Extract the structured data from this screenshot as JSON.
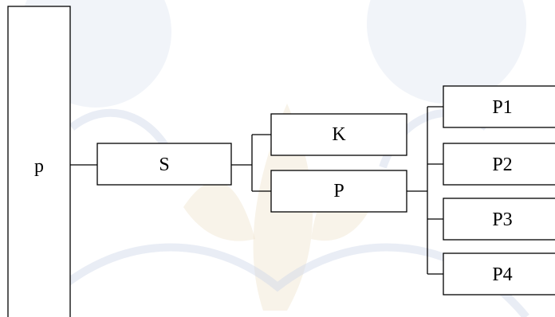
{
  "nodes": {
    "root": "p",
    "level1": "S",
    "level2_top": "K",
    "level2_bottom": "P",
    "leaves": [
      "P1",
      "P2",
      "P3",
      "P4"
    ]
  }
}
